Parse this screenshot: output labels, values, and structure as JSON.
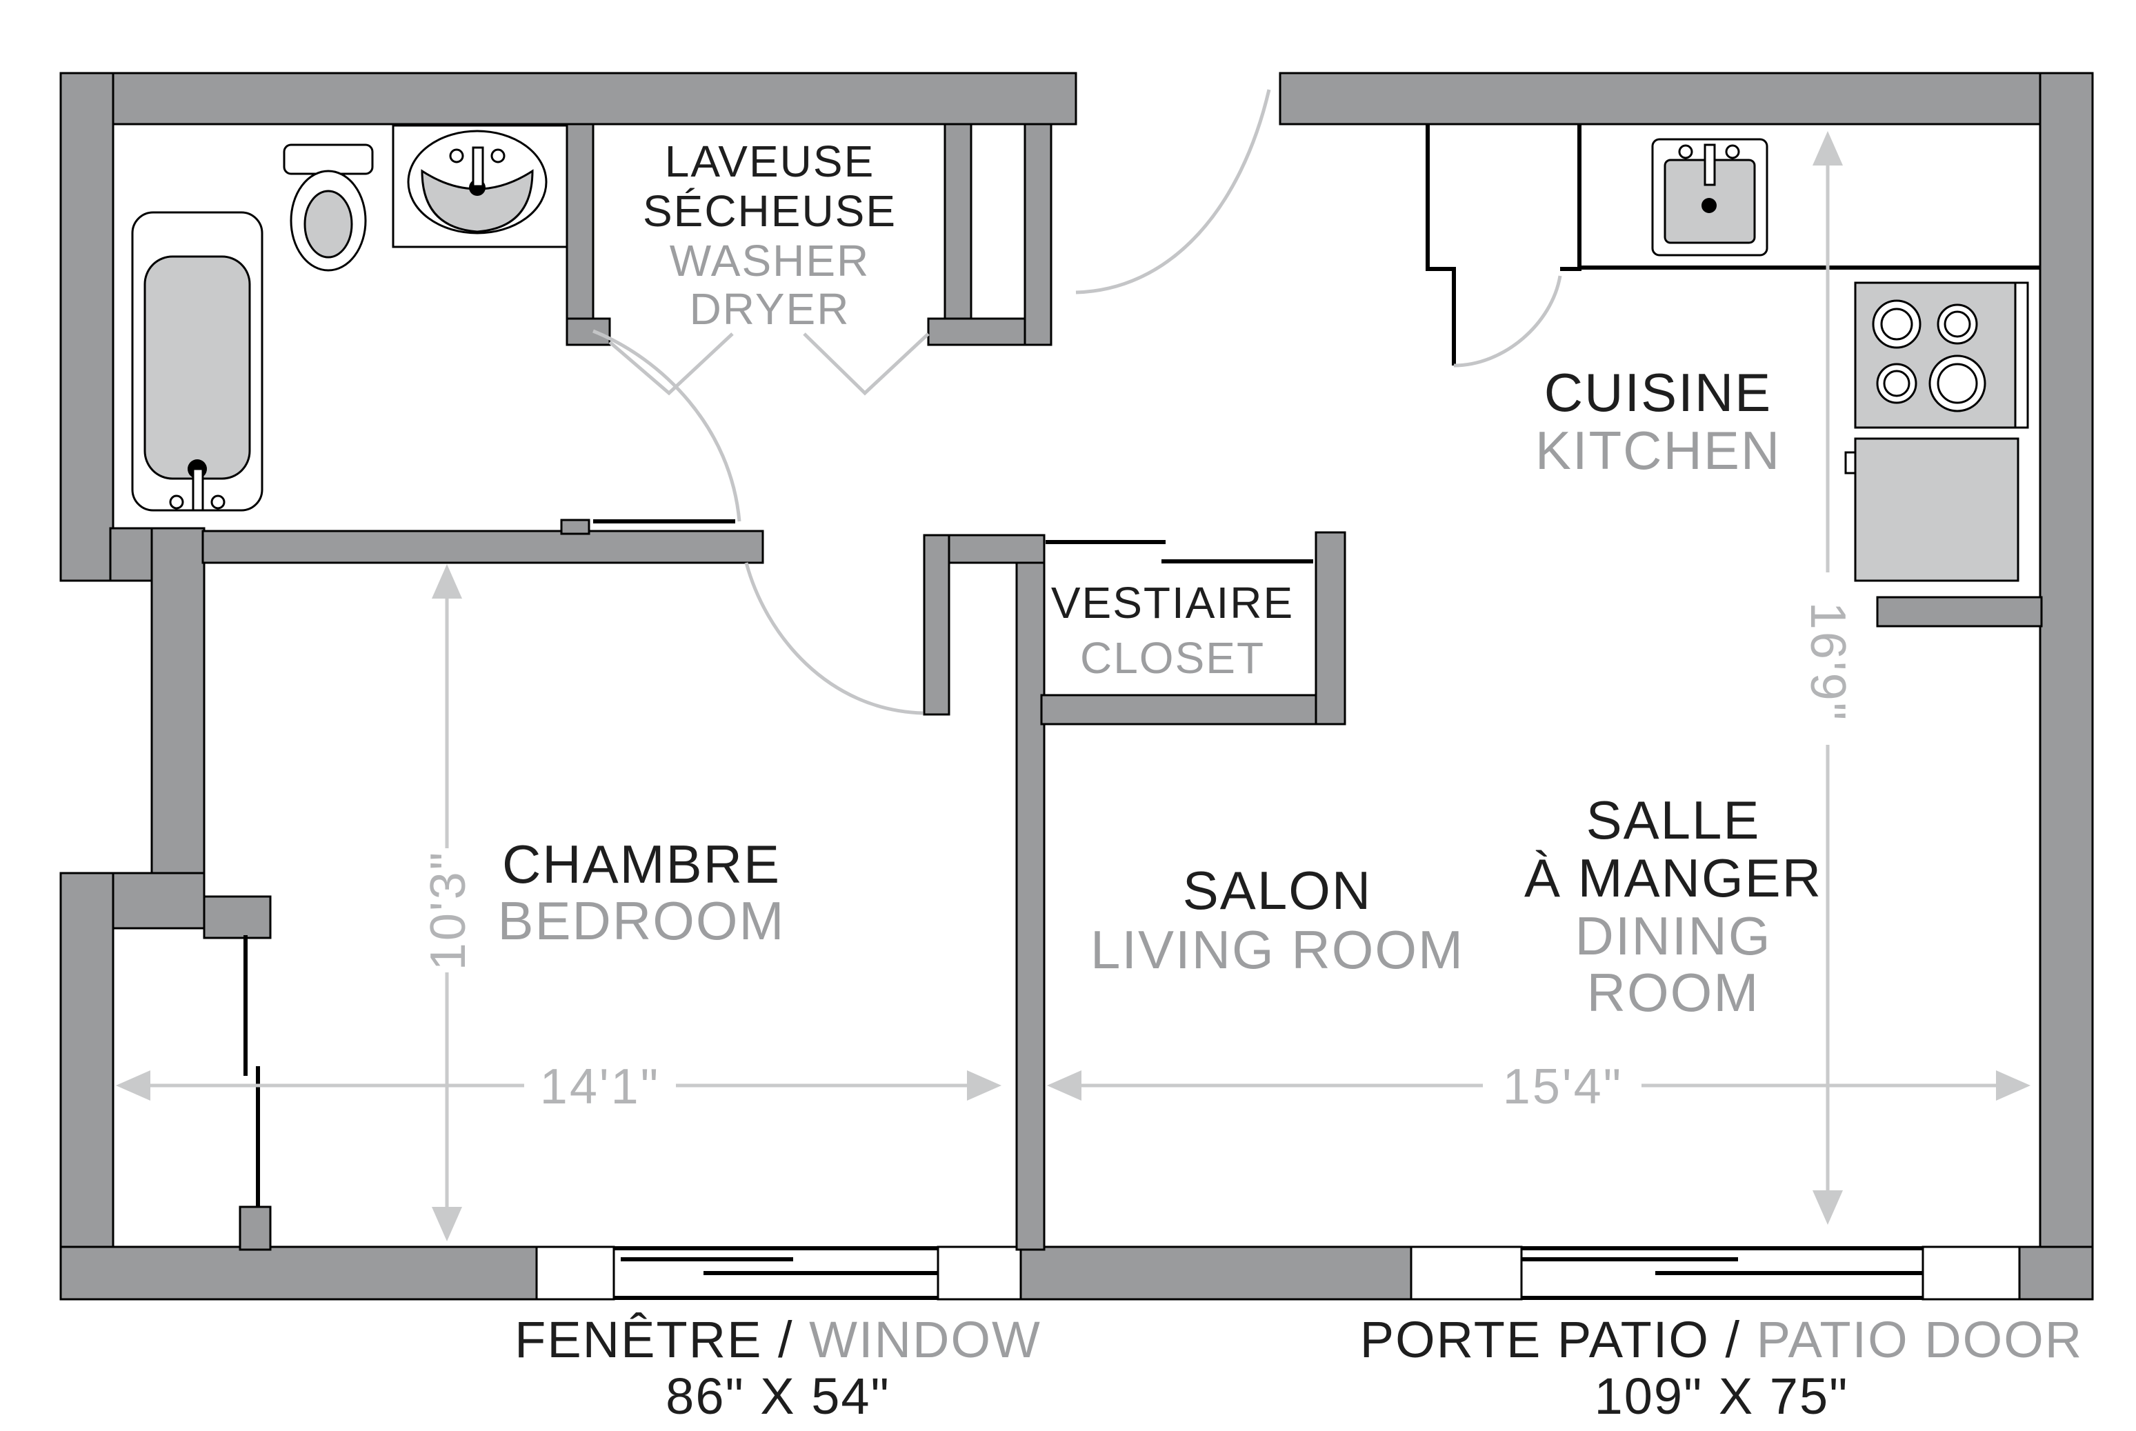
{
  "rooms": {
    "laundry": {
      "fr_line1": "LAVEUSE",
      "fr_line2": "SÉCHEUSE",
      "en_line1": "WASHER",
      "en_line2": "DRYER"
    },
    "kitchen": {
      "fr": "CUISINE",
      "en": "KITCHEN"
    },
    "closet": {
      "fr": "VESTIAIRE",
      "en": "CLOSET"
    },
    "bedroom": {
      "fr": "CHAMBRE",
      "en": "BEDROOM"
    },
    "living": {
      "fr": "SALON",
      "en": "LIVING ROOM"
    },
    "dining": {
      "fr_line1": "SALLE",
      "fr_line2": "À MANGER",
      "en_line1": "DINING",
      "en_line2": "ROOM"
    }
  },
  "dimensions": {
    "bedroom_height": "10'3\"",
    "bedroom_width": "14'1\"",
    "living_width": "15'4\"",
    "kitchen_height": "16'9\""
  },
  "openings": {
    "window": {
      "fr": "FENÊTRE",
      "separator": " / ",
      "en": "WINDOW",
      "size": "86\" X 54\""
    },
    "patio_door": {
      "fr": "PORTE PATIO",
      "separator": " / ",
      "en": "PATIO DOOR",
      "size": "109\" X 75\""
    }
  },
  "colors": {
    "wall": "#9a9b9d",
    "label_dark": "#1e1e1e",
    "label_gray": "#9d9ea0",
    "dimension": "#b3b4b6"
  }
}
